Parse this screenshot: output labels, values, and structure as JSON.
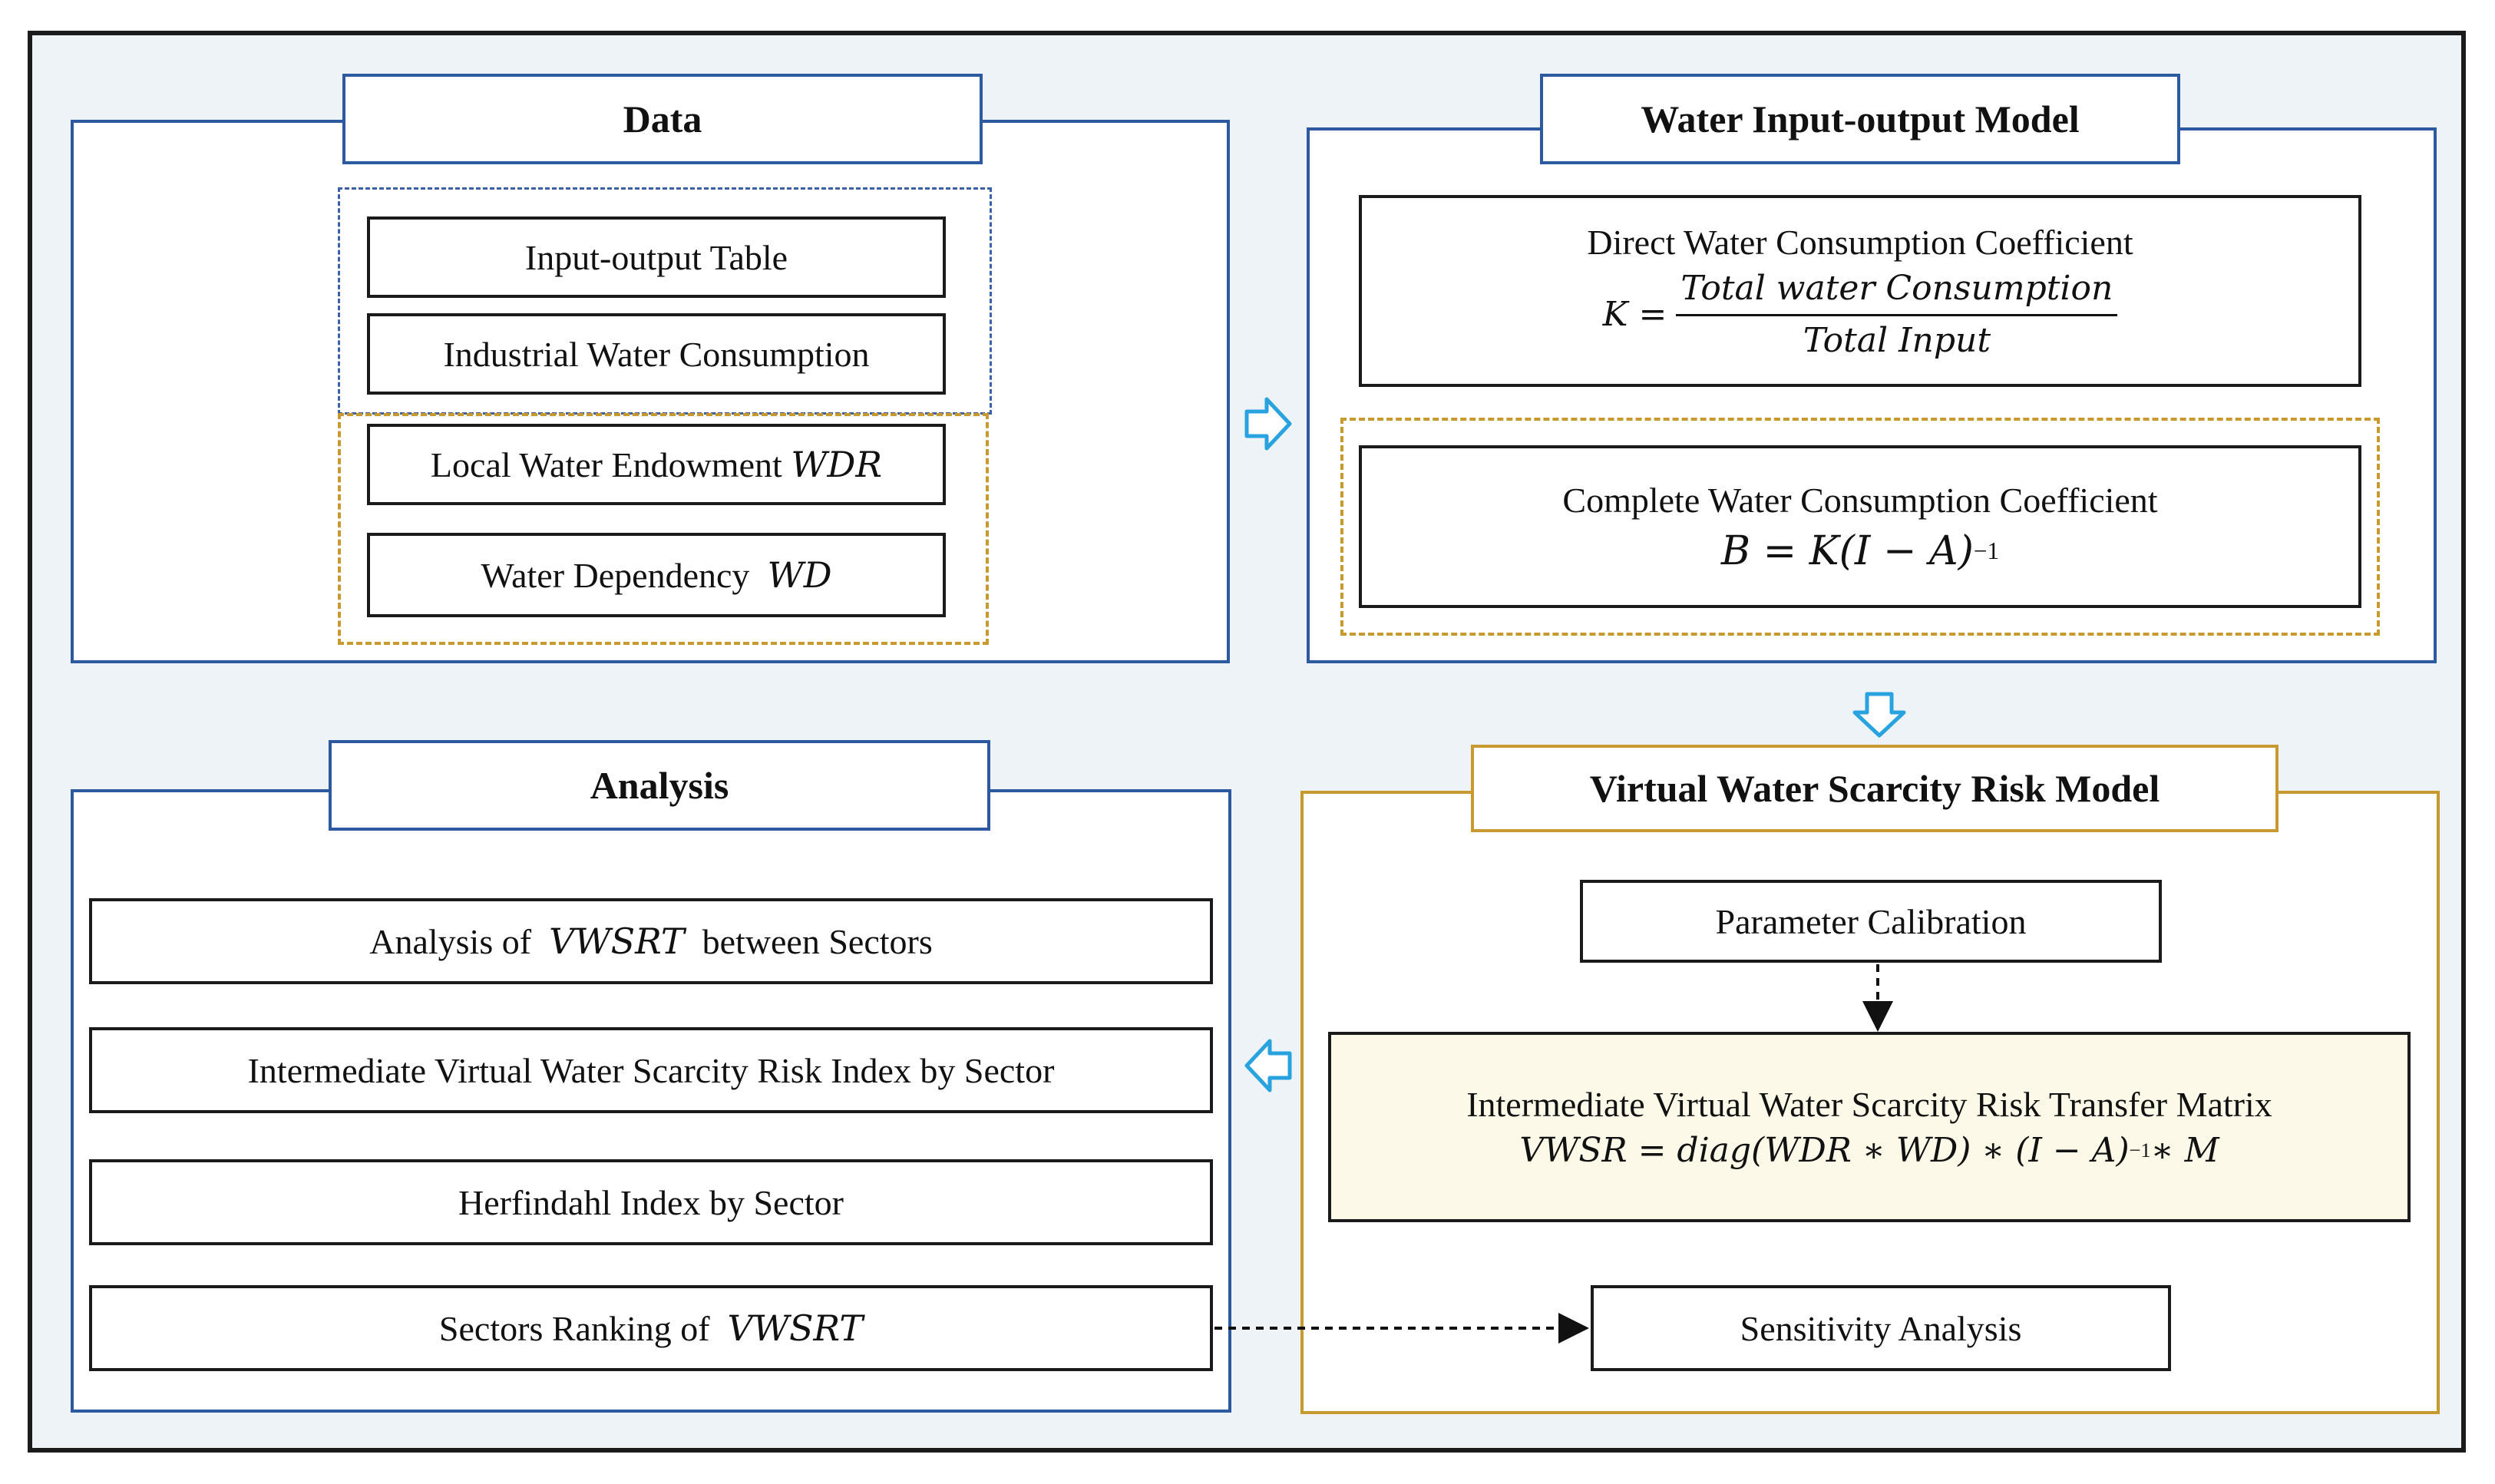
{
  "data_panel": {
    "title": "Data",
    "items": [
      "Input-output Table",
      "Industrial Water Consumption",
      "Local Water Endowment",
      "Water Dependency"
    ],
    "item3_var": "WDR",
    "item4_var": "WD"
  },
  "water_io_model": {
    "title": "Water Input-output Model",
    "direct": {
      "label": "Direct Water Consumption Coefficient",
      "lhs": "K =",
      "numerator": "Total water Consumption",
      "denominator": "Total Input"
    },
    "complete": {
      "label": "Complete Water Consumption Coefficient",
      "formula": "B = K(I − A)",
      "exponent": "−1"
    }
  },
  "risk_model": {
    "title": "Virtual Water Scarcity Risk Model",
    "calibration": "Parameter Calibration",
    "matrix_label": "Intermediate Virtual Water Scarcity Risk Transfer Matrix",
    "matrix_formula_a": "VWSR = diag(WDR ∗ WD) ∗ (I − A)",
    "matrix_formula_exp": "−1",
    "matrix_formula_b": " ∗ M",
    "sensitivity": "Sensitivity Analysis"
  },
  "analysis_panel": {
    "title": "Analysis",
    "item1_pre": "Analysis of",
    "item1_var": "VWSRT",
    "item1_post": "between Sectors",
    "item2": "Intermediate Virtual Water Scarcity Risk Index by Sector",
    "item3": "Herfindahl Index by Sector",
    "item4_pre": "Sectors Ranking of",
    "item4_var": "VWSRT"
  },
  "colors": {
    "panel_border_blue": "#2c5aa0",
    "panel_border_gold": "#c8992e",
    "arrow_blue": "#29a3df",
    "background": "#eef3f8",
    "matrix_fill": "#fdf9e9"
  }
}
